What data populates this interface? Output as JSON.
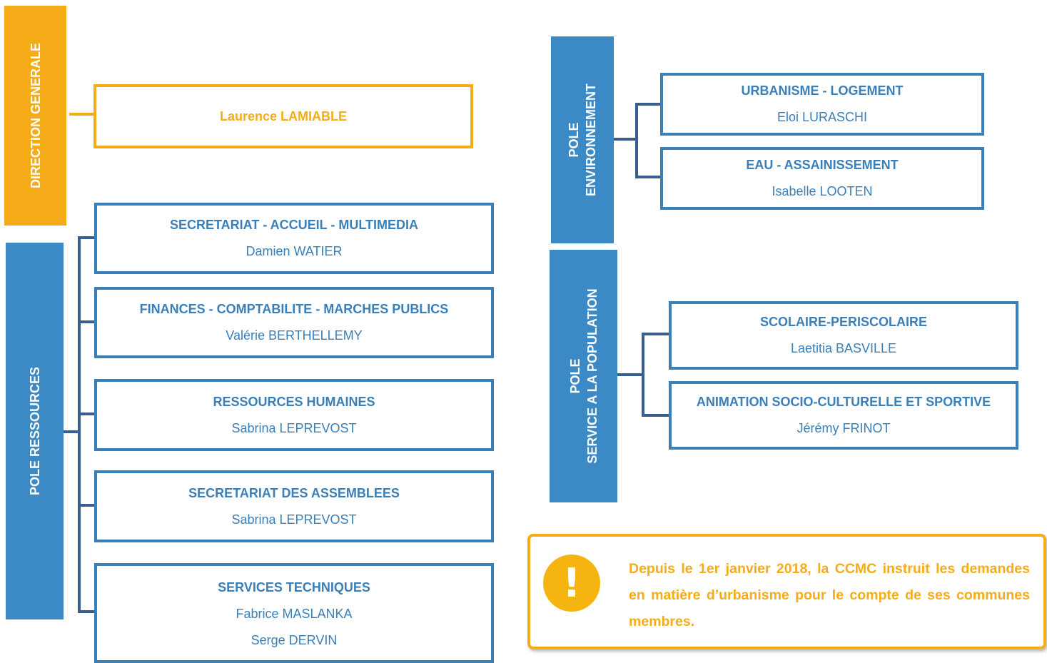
{
  "colors": {
    "blue": "#3a7fb8",
    "blue_bar": "#3b8ac6",
    "line": "#3a5f8f",
    "orange": "#f5ac18"
  },
  "direction": {
    "label": "DIRECTION GENERALE",
    "person": "Laurence LAMIABLE"
  },
  "ressources": {
    "label": "POLE RESSOURCES",
    "services": [
      {
        "title": "SECRETARIAT - ACCUEIL - MULTIMEDIA",
        "people": [
          "Damien WATIER"
        ]
      },
      {
        "title": "FINANCES - COMPTABILITE - MARCHES PUBLICS",
        "people": [
          "Valérie BERTHELLEMY"
        ]
      },
      {
        "title": "RESSOURCES HUMAINES",
        "people": [
          "Sabrina LEPREVOST"
        ]
      },
      {
        "title": "SECRETARIAT DES ASSEMBLEES",
        "people": [
          "Sabrina LEPREVOST"
        ]
      },
      {
        "title": "SERVICES TECHNIQUES",
        "people": [
          "Fabrice MASLANKA",
          "Serge DERVIN"
        ]
      }
    ]
  },
  "environnement": {
    "label_line1": "POLE",
    "label_line2": "ENVIRONNEMENT",
    "services": [
      {
        "title": "URBANISME - LOGEMENT",
        "people": [
          "Eloi LURASCHI"
        ]
      },
      {
        "title": "EAU - ASSAINISSEMENT",
        "people": [
          "Isabelle LOOTEN"
        ]
      }
    ]
  },
  "population": {
    "label_line1": "POLE",
    "label_line2": "SERVICE A LA POPULATION",
    "services": [
      {
        "title": "SCOLAIRE-PERISCOLAIRE",
        "people": [
          "Laetitia BASVILLE"
        ]
      },
      {
        "title": "ANIMATION SOCIO-CULTURELLE ET SPORTIVE",
        "people": [
          "Jérémy FRINOT"
        ]
      }
    ]
  },
  "note": {
    "icon": "exclamation-icon",
    "icon_glyph": "!",
    "text": "Depuis le 1er janvier 2018, la CCMC instruit les demandes en matière d’urbanisme pour le compte de ses communes membres."
  }
}
